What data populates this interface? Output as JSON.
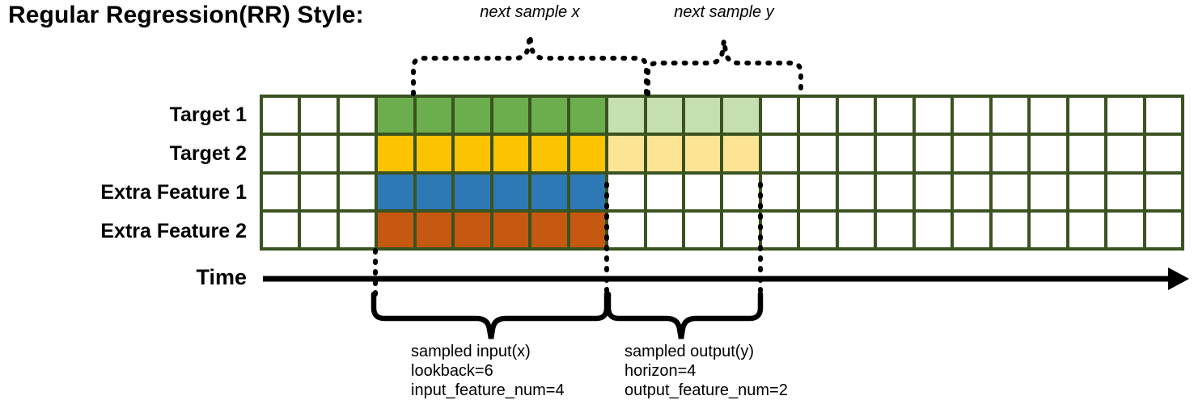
{
  "title": "Regular Regression(RR) Style:",
  "top_annotations": {
    "next_x": "next sample x",
    "next_y": "next sample y"
  },
  "rows": [
    {
      "label": "Target 1",
      "color": "#6cae4e",
      "light_color": "#c6dfb1"
    },
    {
      "label": "Target 2",
      "color": "#fbc302",
      "light_color": "#fde495"
    },
    {
      "label": "Extra Feature 1",
      "color": "#2e79b5",
      "light_color": null
    },
    {
      "label": "Extra Feature 2",
      "color": "#c65911",
      "light_color": null
    }
  ],
  "grid": {
    "columns": 24,
    "rows": 4,
    "border_color": "#3a5320",
    "input_start_col": 3,
    "input_end_col": 9,
    "output_start_col": 9,
    "output_end_col": 13,
    "fill": [
      [
        "w",
        "w",
        "w",
        "g",
        "g",
        "g",
        "g",
        "g",
        "g",
        "gl",
        "gl",
        "gl",
        "gl",
        "w",
        "w",
        "w",
        "w",
        "w",
        "w",
        "w",
        "w",
        "w",
        "w",
        "w"
      ],
      [
        "w",
        "w",
        "w",
        "y",
        "y",
        "y",
        "y",
        "y",
        "y",
        "yl",
        "yl",
        "yl",
        "yl",
        "w",
        "w",
        "w",
        "w",
        "w",
        "w",
        "w",
        "w",
        "w",
        "w",
        "w"
      ],
      [
        "w",
        "w",
        "w",
        "b",
        "b",
        "b",
        "b",
        "b",
        "b",
        "w",
        "w",
        "w",
        "w",
        "w",
        "w",
        "w",
        "w",
        "w",
        "w",
        "w",
        "w",
        "w",
        "w",
        "w"
      ],
      [
        "w",
        "w",
        "w",
        "o",
        "o",
        "o",
        "o",
        "o",
        "o",
        "w",
        "w",
        "w",
        "w",
        "w",
        "w",
        "w",
        "w",
        "w",
        "w",
        "w",
        "w",
        "w",
        "w",
        "w"
      ]
    ]
  },
  "axis": {
    "label": "Time"
  },
  "captions": {
    "input": {
      "line1": "sampled input(x)",
      "line2": "lookback=6",
      "line3": "input_feature_num=4"
    },
    "output": {
      "line1": "sampled output(y)",
      "line2": "horizon=4",
      "line3": "output_feature_num=2"
    }
  }
}
